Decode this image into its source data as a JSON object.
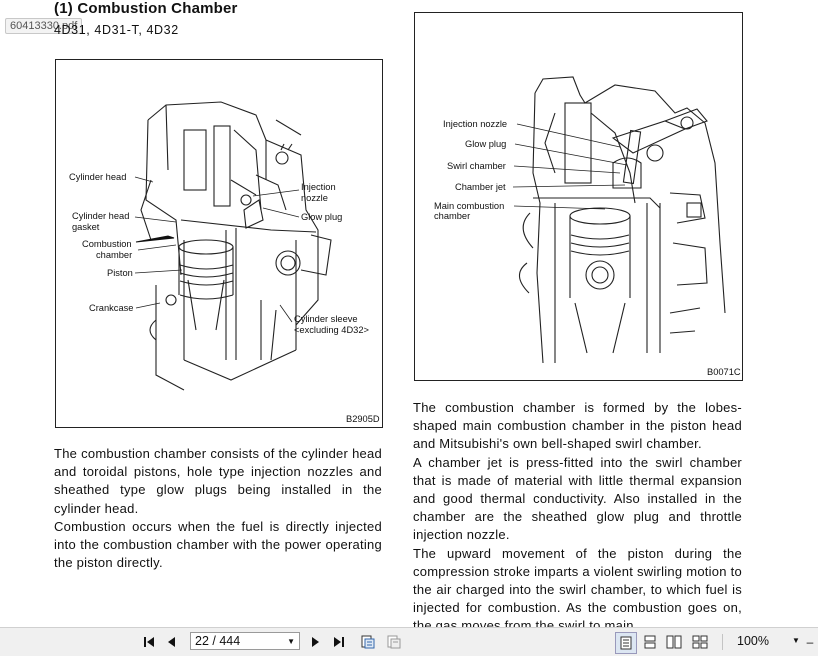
{
  "tab": {
    "filename": "60413330.pdf"
  },
  "heading": {
    "number": "(1)",
    "title": "Combustion Chamber"
  },
  "models": "4D31, 4D31-T, 4D32",
  "figure1": {
    "code": "B2905D",
    "labels": {
      "cylinder_head": "Cylinder head",
      "cylinder_head_gasket_1": "Cylinder head",
      "cylinder_head_gasket_2": "gasket",
      "combustion_chamber_1": "Combustion",
      "combustion_chamber_2": "chamber",
      "piston": "Piston",
      "crankcase": "Crankcase",
      "injection_nozzle_1": "Injection",
      "injection_nozzle_2": "nozzle",
      "glow_plug": "Glow plug",
      "cylinder_sleeve_1": "Cylinder sleeve",
      "cylinder_sleeve_2": "<excluding 4D32>"
    }
  },
  "figure2": {
    "code": "B0071C",
    "labels": {
      "injection_nozzle": "Injection nozzle",
      "glow_plug": "Glow plug",
      "swirl_chamber": "Swirl chamber",
      "chamber_jet": "Chamber jet",
      "main_combustion_1": "Main combustion",
      "main_combustion_2": "chamber"
    }
  },
  "left_text": {
    "p1": "The combustion chamber consists of the cylinder head and toroidal pistons, hole type injection nozzles and sheathed type glow plugs being installed in the cylinder head.",
    "p2": "Combustion occurs when the fuel is directly injected into the combustion chamber with the power operating the piston directly."
  },
  "right_text": {
    "p1": "The combustion chamber is formed by the lobes-shaped main combustion chamber in the piston head and Mitsubishi's own bell-shaped swirl chamber.",
    "p2": "A chamber jet is press-fitted into the swirl chamber that is made of material with little thermal expansion and good thermal conductivity. Also installed in the chamber are the sheathed glow plug and throttle injection nozzle.",
    "p3": "The upward movement of the piston during the compression stroke imparts a violent swirling motion to the air charged into the swirl chamber, to which fuel is injected for combustion. As the combustion goes on, the gas moves from the swirl to main"
  },
  "toolbar": {
    "page_value": "22 / 444",
    "zoom": "100%"
  }
}
